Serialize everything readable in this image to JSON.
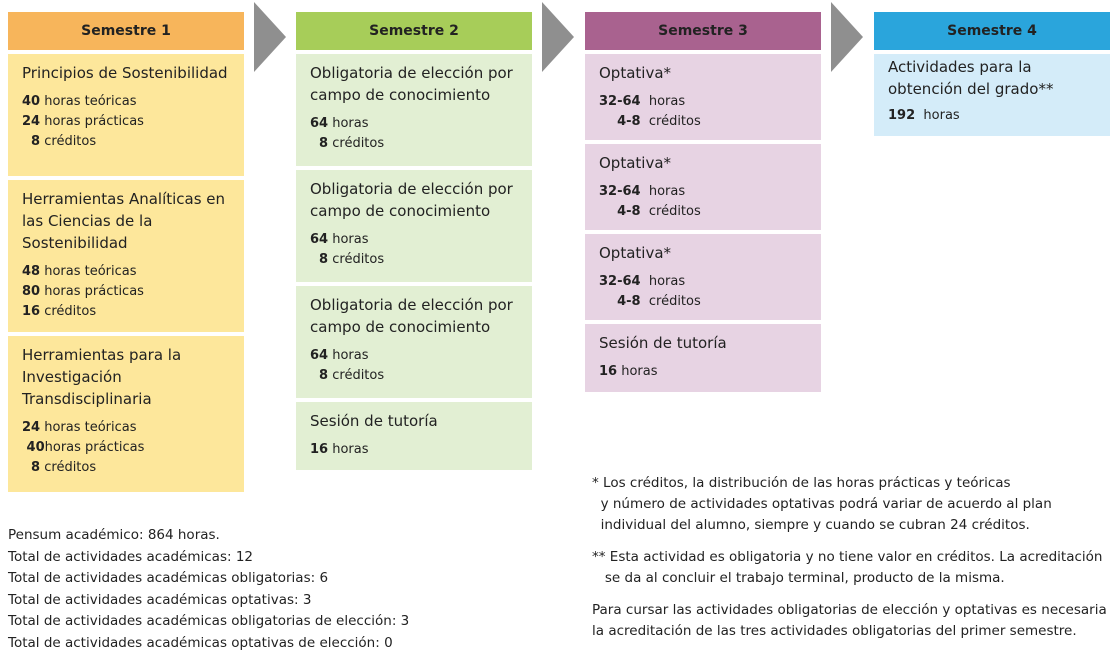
{
  "colors": {
    "sem1_header": "#f7b55b",
    "sem1_box": "#fde79b",
    "sem2_header": "#a7cd59",
    "sem2_box": "#e2efd3",
    "sem3_header": "#a9628f",
    "sem3_box": "#e7d3e3",
    "sem4_header": "#2aa5dc",
    "sem4_box": "#d4ecf9",
    "arrow": "#8f8f8f"
  },
  "semesters": [
    {
      "header": "Semestre 1",
      "courses": [
        {
          "title": "Principios de Sostenibilidad",
          "lines": [
            {
              "num": "40",
              "text": " horas teóricas"
            },
            {
              "num": "24",
              "text": " horas prácticas"
            },
            {
              "num": "  8",
              "text": " créditos"
            }
          ]
        },
        {
          "title": "Herramientas Analíticas en las Ciencias de la Sostenibilidad",
          "lines": [
            {
              "num": "48",
              "text": " horas teóricas"
            },
            {
              "num": "80",
              "text": " horas prácticas"
            },
            {
              "num": "16",
              "text": " créditos"
            }
          ]
        },
        {
          "title": "Herramientas para la Investigación Transdisciplinaria",
          "lines": [
            {
              "num": "24",
              "text": " horas teóricas"
            },
            {
              "num": " 40",
              "text": "horas prácticas"
            },
            {
              "num": "  8",
              "text": " créditos"
            }
          ]
        }
      ]
    },
    {
      "header": "Semestre 2",
      "courses": [
        {
          "title": "Obligatoria de elección por campo de conocimiento",
          "lines": [
            {
              "num": "64",
              "text": " horas"
            },
            {
              "num": "  8",
              "text": " créditos"
            }
          ]
        },
        {
          "title": "Obligatoria de elección por campo de conocimiento",
          "lines": [
            {
              "num": "64",
              "text": " horas"
            },
            {
              "num": "  8",
              "text": " créditos"
            }
          ]
        },
        {
          "title": "Obligatoria de elección por campo de conocimiento",
          "lines": [
            {
              "num": "64",
              "text": " horas"
            },
            {
              "num": "  8",
              "text": " créditos"
            }
          ]
        },
        {
          "title": "Sesión de tutoría",
          "lines": [
            {
              "num": "16",
              "text": " horas"
            }
          ]
        }
      ]
    },
    {
      "header": "Semestre 3",
      "courses": [
        {
          "title": "Optativa*",
          "lines": [
            {
              "num": "32-64",
              "text": "  horas"
            },
            {
              "num": "    4-8",
              "text": "  créditos"
            }
          ]
        },
        {
          "title": "Optativa*",
          "lines": [
            {
              "num": "32-64",
              "text": "  horas"
            },
            {
              "num": "    4-8",
              "text": "  créditos"
            }
          ]
        },
        {
          "title": "Optativa*",
          "lines": [
            {
              "num": "32-64",
              "text": "  horas"
            },
            {
              "num": "    4-8",
              "text": "  créditos"
            }
          ]
        },
        {
          "title": "Sesión de tutoría",
          "lines": [
            {
              "num": "16",
              "text": " horas"
            }
          ]
        }
      ]
    },
    {
      "header": "Semestre 4",
      "courses": [
        {
          "title": "Actividades para la obtención del grado**",
          "lines": [
            {
              "num": "192",
              "text": "  horas"
            }
          ]
        }
      ]
    }
  ],
  "totals": [
    "Pensum académico: 864 horas.",
    "Total de actividades académicas: 12",
    "Total de actividades académicas obligatorias: 6",
    "Total de actividades académicas optativas: 3",
    "Total de actividades académicas obligatorias de elección: 3",
    "Total de actividades académicas optativas de elección: 0"
  ],
  "notes": [
    "* Los créditos, la distribución de las horas prácticas y teóricas\n  y número de actividades optativas podrá variar de acuerdo al plan\n  individual del alumno, siempre y cuando se cubran 24 créditos.",
    "** Esta actividad es obligatoria y no tiene valor en créditos. La acreditación\n   se da al concluir el trabajo terminal, producto de la misma.",
    "Para cursar las actividades obligatorias de elección y optativas es necesaria\nla acreditación de las tres actividades obligatorias del primer semestre."
  ]
}
